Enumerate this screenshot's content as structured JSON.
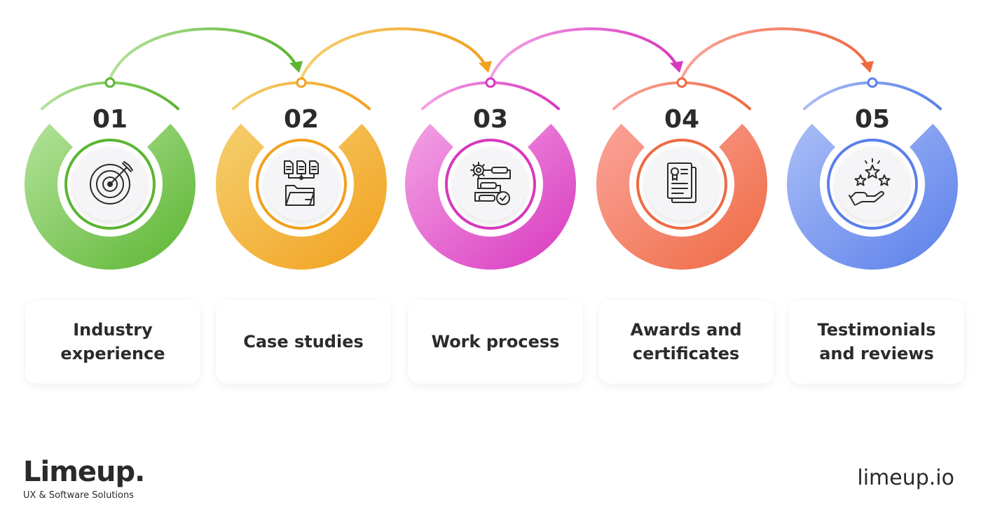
{
  "steps": [
    {
      "number": "01",
      "label": "Industry\nexperience",
      "icon": "target-icon",
      "color_light": "#b3e29a",
      "color_dark": "#5bb531"
    },
    {
      "number": "02",
      "label": "Case studies",
      "icon": "folder-documents-icon",
      "color_light": "#f5cf6e",
      "color_dark": "#f2a01e"
    },
    {
      "number": "03",
      "label": "Work process",
      "icon": "workflow-icon",
      "color_light": "#f3a2e5",
      "color_dark": "#d838be"
    },
    {
      "number": "04",
      "label": "Awards and\ncertificates",
      "icon": "certificate-icon",
      "color_light": "#fba39a",
      "color_dark": "#ee6a42"
    },
    {
      "number": "05",
      "label": "Testimonials\nand reviews",
      "icon": "stars-hand-icon",
      "color_light": "#a9bdf6",
      "color_dark": "#5a7fea"
    }
  ],
  "brand": {
    "name": "Limeup.",
    "tagline": "UX & Software Solutions",
    "site": "limeup.io"
  }
}
